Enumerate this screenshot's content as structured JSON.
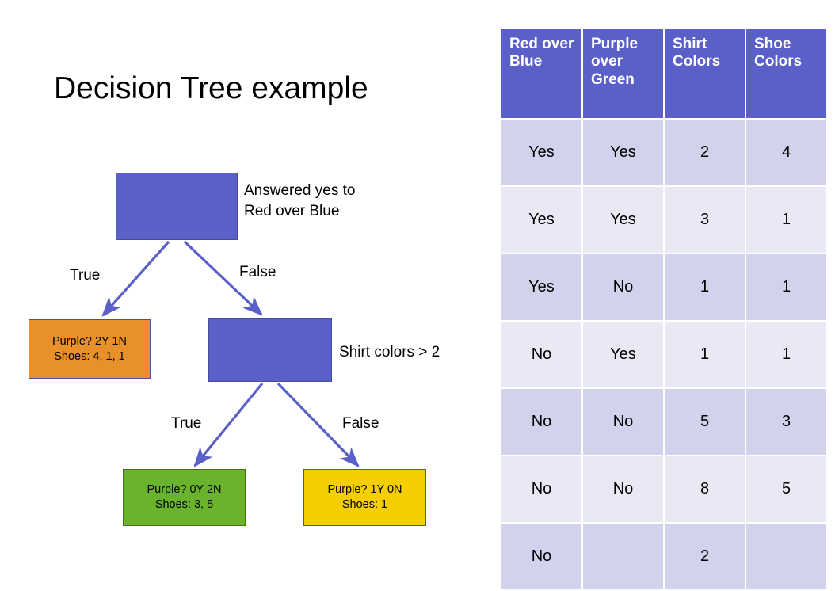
{
  "slide": {
    "title": "Decision Tree example"
  },
  "tree": {
    "nodes": {
      "root": {
        "label": "",
        "caption": "Answered yes to\nRed over Blue",
        "color": "#5b60c8"
      },
      "shirt": {
        "label": "",
        "caption": "Shirt colors > 2",
        "color": "#5b60c8"
      },
      "leaf_orange": {
        "line1": "Purple? 2Y 1N",
        "line2": "Shoes: 4, 1, 1",
        "color": "#e8912a"
      },
      "leaf_green": {
        "line1": "Purple? 0Y 2N",
        "line2": "Shoes: 3, 5",
        "color": "#6ab42d"
      },
      "leaf_yellow": {
        "line1": "Purple? 1Y 0N",
        "line2": "Shoes: 1",
        "color": "#f5ce00"
      }
    },
    "edges": {
      "root_true": "True",
      "root_false": "False",
      "shirt_true": "True",
      "shirt_false": "False"
    },
    "arrow_color": "#5b60c8"
  },
  "table": {
    "header_color": "#5b60c8",
    "row_dark_color": "#d2d2ec",
    "row_light_color": "#e9e9f5",
    "columns": [
      "Red over Blue",
      "Purple over Green",
      "Shirt Colors",
      "Shoe Colors"
    ],
    "rows": [
      [
        "Yes",
        "Yes",
        "2",
        "4"
      ],
      [
        "Yes",
        "Yes",
        "3",
        "1"
      ],
      [
        "Yes",
        "No",
        "1",
        "1"
      ],
      [
        "No",
        "Yes",
        "1",
        "1"
      ],
      [
        "No",
        "No",
        "5",
        "3"
      ],
      [
        "No",
        "No",
        "8",
        "5"
      ],
      [
        "No",
        "",
        "2",
        ""
      ]
    ]
  },
  "chart_data": {
    "type": "table",
    "title": "Decision Tree example",
    "columns": [
      "Red over Blue",
      "Purple over Green",
      "Shirt Colors",
      "Shoe Colors"
    ],
    "rows": [
      [
        "Yes",
        "Yes",
        2,
        4
      ],
      [
        "Yes",
        "Yes",
        3,
        1
      ],
      [
        "Yes",
        "No",
        1,
        1
      ],
      [
        "No",
        "Yes",
        1,
        1
      ],
      [
        "No",
        "No",
        5,
        3
      ],
      [
        "No",
        "No",
        8,
        5
      ],
      [
        "No",
        "",
        2,
        ""
      ]
    ]
  }
}
